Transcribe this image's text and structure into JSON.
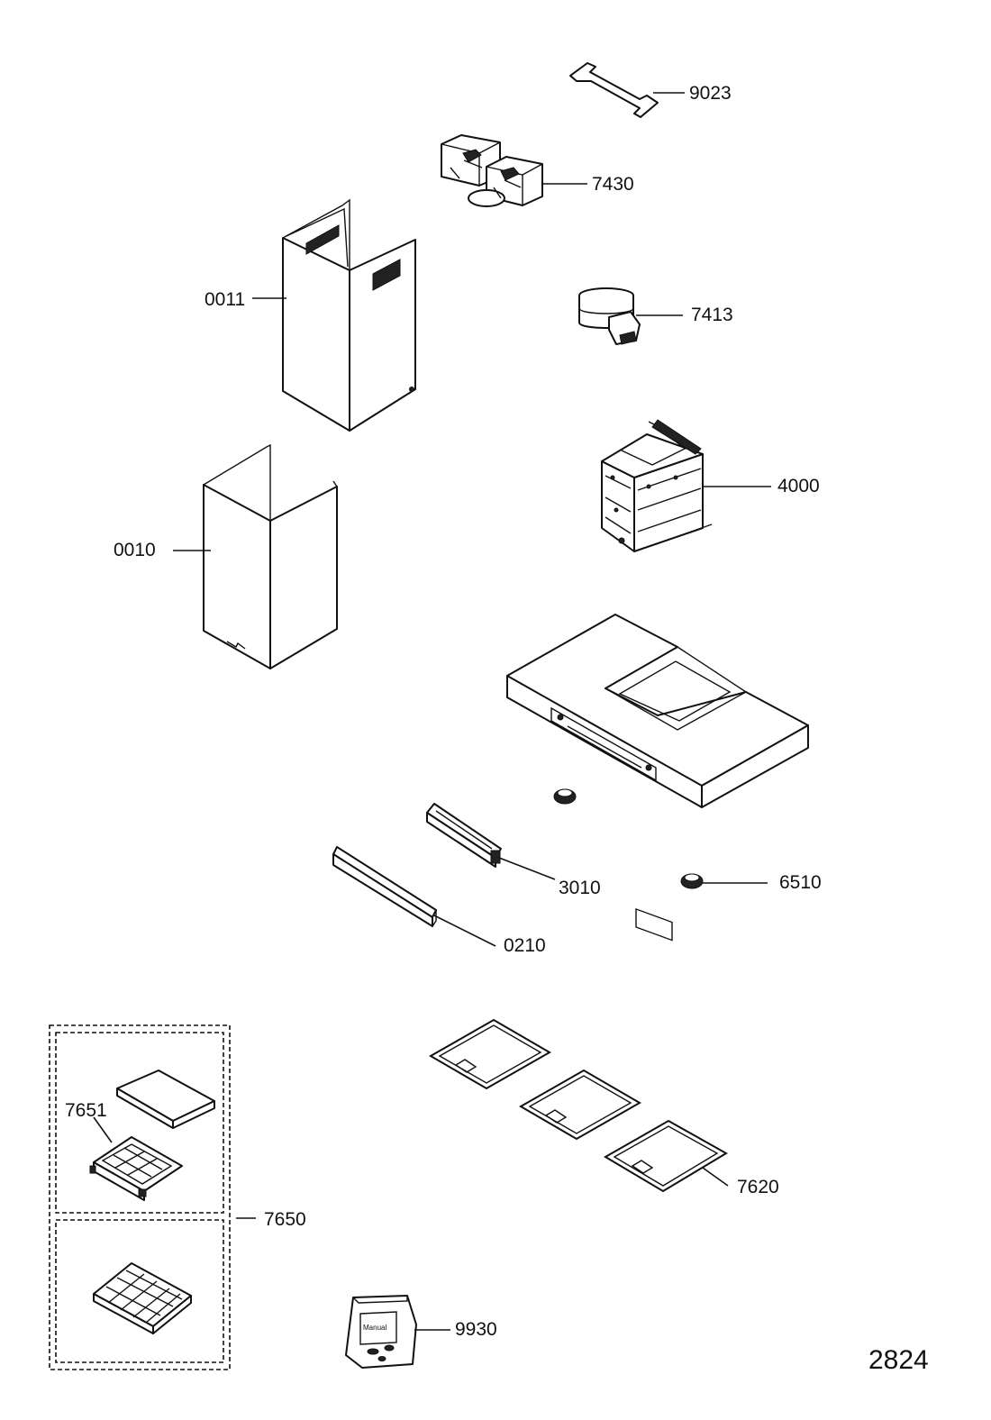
{
  "drawing_number": "2824",
  "parts": [
    {
      "id": "part-9023",
      "label": "9023"
    },
    {
      "id": "part-7430",
      "label": "7430"
    },
    {
      "id": "part-0011",
      "label": "0011"
    },
    {
      "id": "part-7413",
      "label": "7413"
    },
    {
      "id": "part-4000",
      "label": "4000"
    },
    {
      "id": "part-0010",
      "label": "0010"
    },
    {
      "id": "part-3010",
      "label": "3010"
    },
    {
      "id": "part-6510",
      "label": "6510"
    },
    {
      "id": "part-0210",
      "label": "0210"
    },
    {
      "id": "part-7651",
      "label": "7651"
    },
    {
      "id": "part-7650",
      "label": "7650"
    },
    {
      "id": "part-7620",
      "label": "7620"
    },
    {
      "id": "part-9930",
      "label": "9930"
    }
  ],
  "manual_bag_text": "Manual"
}
